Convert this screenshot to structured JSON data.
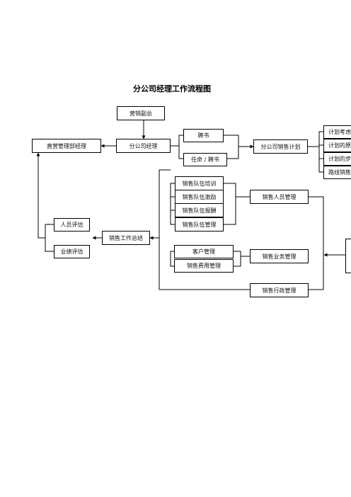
{
  "title": "分公司经理工作流程图",
  "nodes": {
    "vp_marketing": "营销副总",
    "direct_ops_manager": "直营管理部经理",
    "branch_manager": "分公司经理",
    "appointment_letter": "聘书",
    "appointment_and_letter": "任命 / 聘书",
    "branch_sales_plan": "分公司销售计划",
    "plan_items": [
      "计划考虑",
      "计划的原",
      "计划的步",
      "路线销售"
    ],
    "team_training": "销售队伍培训",
    "team_incentive": "销售队伍激励",
    "team_compensation": "销售队伍报酬",
    "team_management": "销售队伍管理",
    "sales_staff_management": "销售人员管理",
    "customer_management": "客户管理",
    "sales_expense_management": "销售费用管理",
    "sales_business_management": "销售业务管理",
    "sales_admin_management": "销售行政管理",
    "sales_work_summary": "销售工作总结",
    "staff_evaluation": "人员评估",
    "performance_evaluation": "业绩评估"
  }
}
